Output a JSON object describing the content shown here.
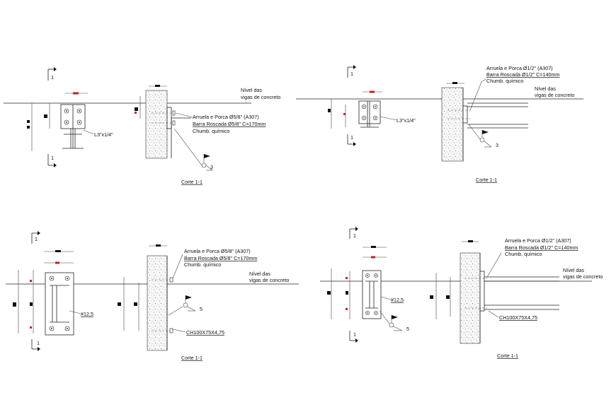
{
  "title": "",
  "details": [
    {
      "id": "top-left",
      "nivel_label": "Nível das",
      "vigas_label": "vigas de concreto",
      "angle_label": "L3\"x1/4\"",
      "arruela_label": "Arruela e Porca Ø5/8\" (A307)",
      "barra_label": "Barra Roscada Ø5/8\" C=170mm",
      "chumb_label": "Chumb. químico",
      "weld_size": "3",
      "section_mark": "1",
      "section_mark_bottom": "1",
      "corte_label": "Corte 1-1"
    },
    {
      "id": "top-right",
      "nivel_label": "Nível das",
      "vigas_label": "vigas de concreto",
      "angle_label": "L3\"x1/4\"",
      "arruela_label": "Arruela e Porca Ø1/2\" (A307)",
      "barra_label": "Barra Roscada Ø1/2\" C=140mm",
      "chumb_label": "Chumb. químico",
      "weld_size": "3",
      "section_mark": "1",
      "section_mark_bottom": "1",
      "corte_label": "Corte 1-1"
    },
    {
      "id": "bottom-left",
      "nivel_label": "Nível das",
      "vigas_label": "vigas de concreto",
      "plate_label": "#12,5",
      "arruela_label": "Arruela e Porca Ø5/8\" (A307)",
      "barra_label": "Barra Roscada Ø5/8\" C=170mm",
      "chumb_label": "Chumb. químico",
      "channel_label": "CH100X75X4,75",
      "weld_size": "5",
      "section_mark": "1",
      "section_mark_bottom": "1",
      "corte_label": "Corte 1-1"
    },
    {
      "id": "bottom-right",
      "nivel_label": "Nível das",
      "vigas_label": "vigas de concreto",
      "plate_label": "#12,5",
      "arruela_label": "Arruela e Porca Ø1/2\" (A307)",
      "barra_label": "Barra Roscada Ø1/2\" C=140mm",
      "chumb_label": "Chumb. químico",
      "channel_label": "CH100X75X4,75",
      "weld_size": "5",
      "section_mark": "1",
      "section_mark_bottom": "1",
      "corte_label": "Corte 1-1"
    }
  ],
  "colors": {
    "ink": "#111111",
    "dimension_mark": "#c62020",
    "concrete": "#f4f4f4"
  }
}
